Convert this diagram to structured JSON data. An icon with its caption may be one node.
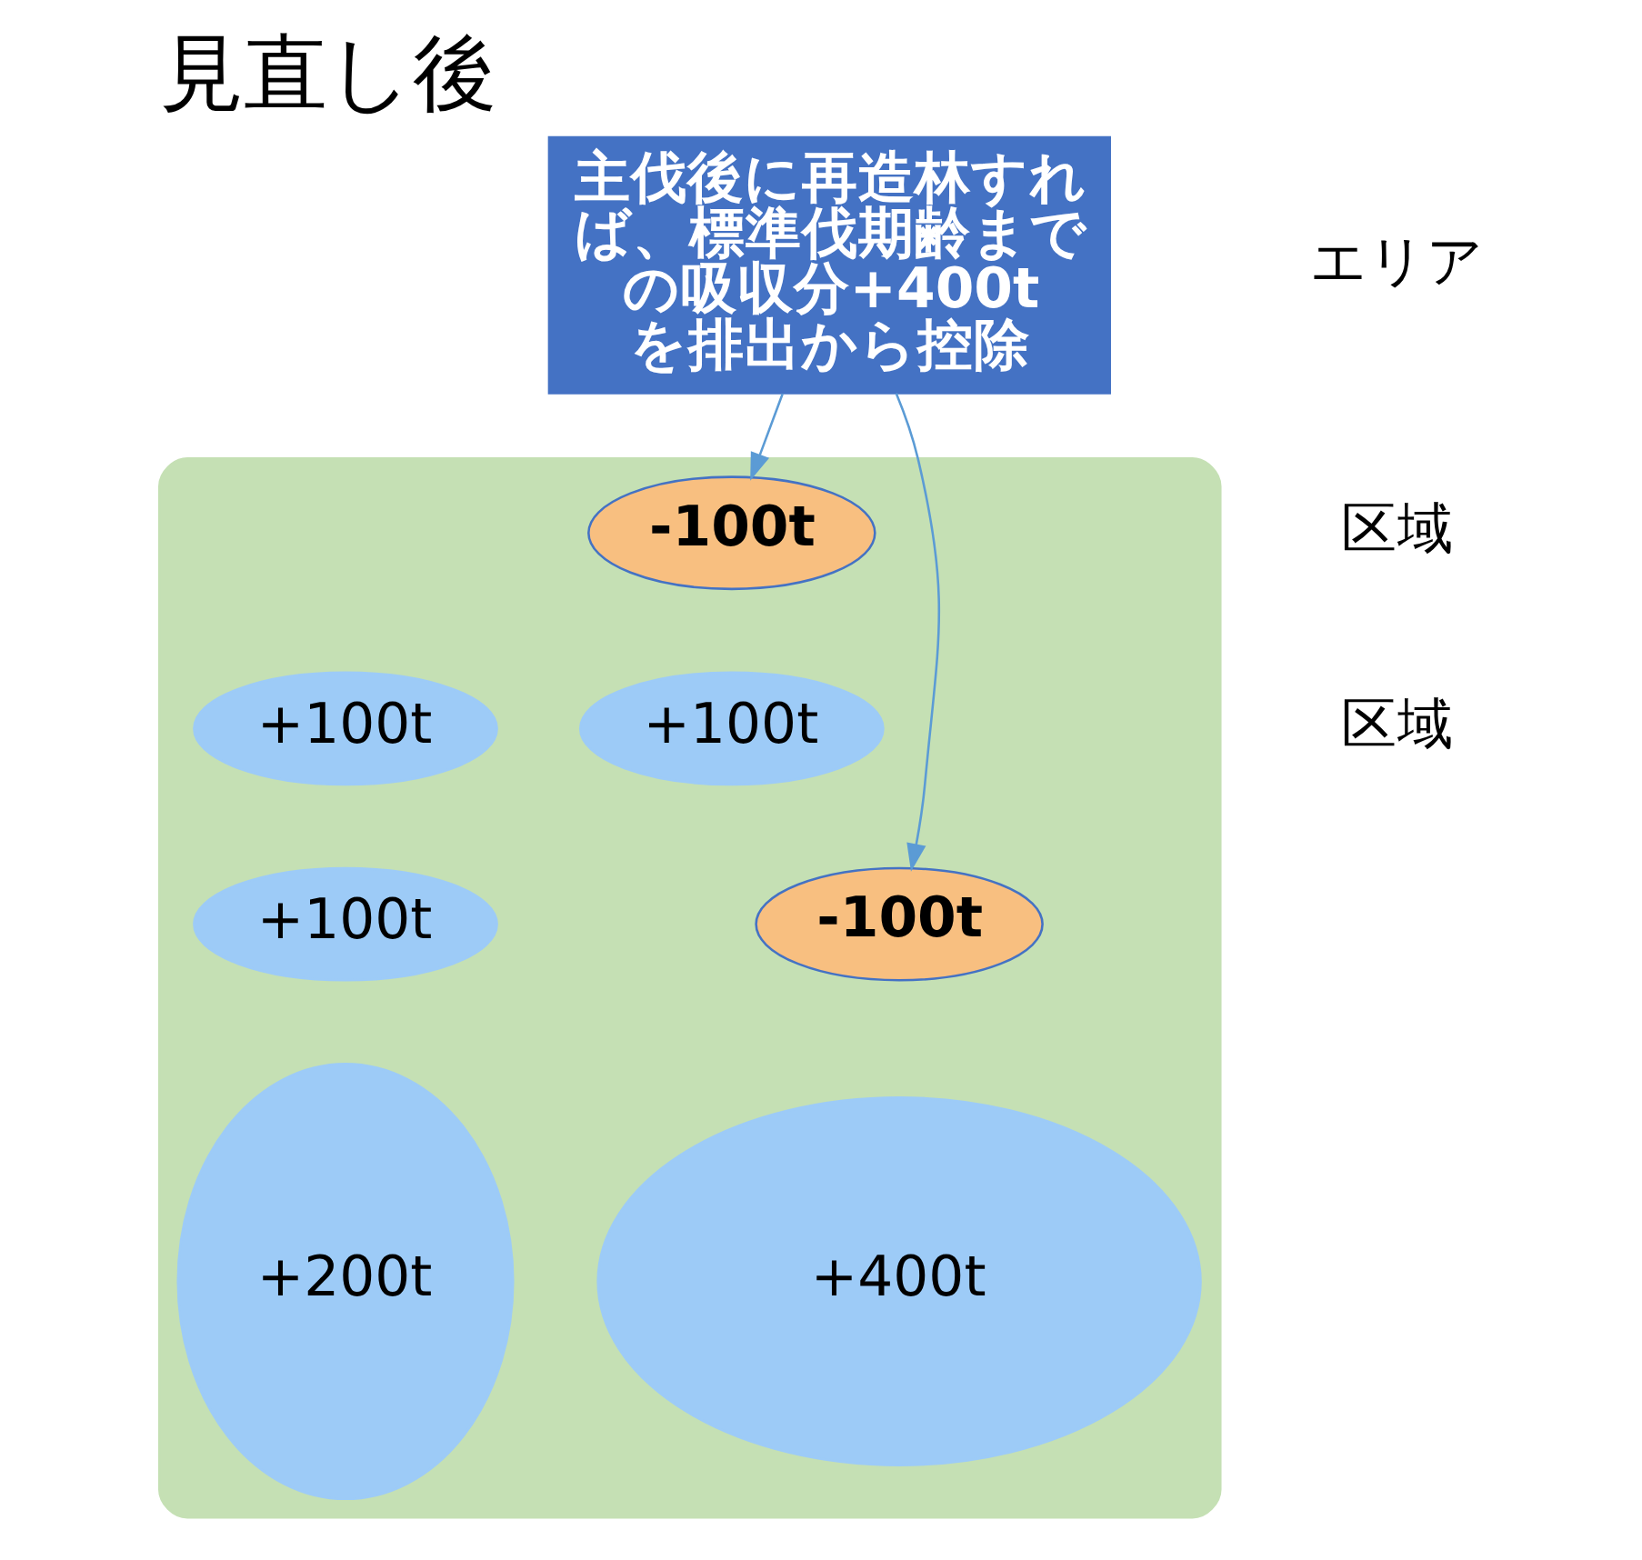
{
  "diagram": {
    "title": "見直し後",
    "nodes": [
      {
        "text": [],
        "shape": "hill"
      },
      {
        "text": [
          "-100t"
        ],
        "in": 0
      },
      {
        "text": [
          "+100t"
        ],
        "in": 0
      },
      {
        "text": [
          "+100t"
        ],
        "in": 0
      },
      {
        "text": [
          "+100t"
        ],
        "in": 0
      },
      {
        "text": [
          "-100t"
        ],
        "in": 0
      },
      {
        "text": [
          "+200t"
        ],
        "in": 0
      },
      {
        "text": [
          "+400t"
        ],
        "in": 0
      },
      {
        "text": [
          "主伐後に再造林すれば、標準伐期齢までの吸収分+400tを排出から控除"
        ]
      }
    ],
    "edges": [
      {
        "from": 8,
        "to": 1,
        "arrow": "to"
      },
      {
        "from": 8,
        "to": 5,
        "arrow": "to"
      }
    ],
    "labels": [
      "エリア",
      "区域",
      "区域"
    ]
  }
}
